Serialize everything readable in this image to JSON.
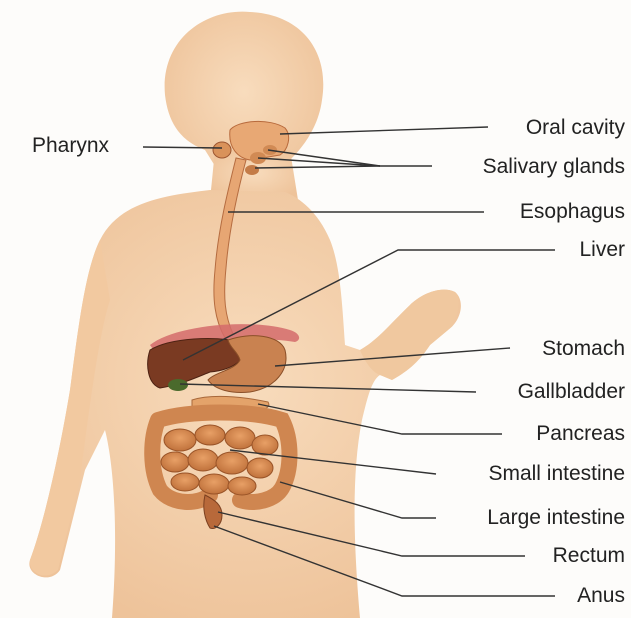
{
  "labels": {
    "pharynx": "Pharynx",
    "oral_cavity": "Oral cavity",
    "salivary_glands": "Salivary glands",
    "esophagus": "Esophagus",
    "liver": "Liver",
    "stomach": "Stomach",
    "gallbladder": "Gallbladder",
    "pancreas": "Pancreas",
    "small_intestine": "Small intestine",
    "large_intestine": "Large intestine",
    "rectum": "Rectum",
    "anus": "Anus"
  },
  "colors": {
    "skin": "#f4d3b0",
    "skin_shade": "#e9bf96",
    "liver": "#7a3a22",
    "stomach": "#c98250",
    "intestine": "#d58a52",
    "esophagus": "#e3a472",
    "diaphragm": "#d46b6b"
  }
}
